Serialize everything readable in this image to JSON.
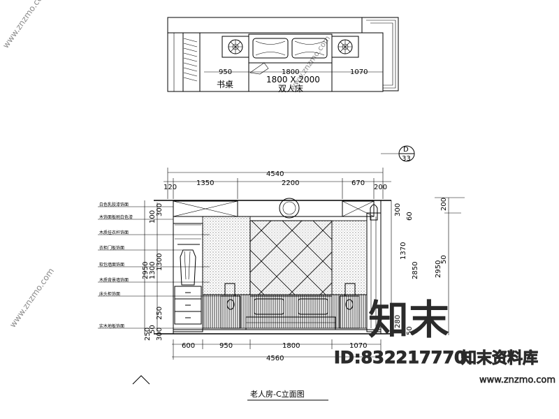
{
  "plan": {
    "dims": [
      "950",
      "1800",
      "1070"
    ],
    "bed_size": "1800 X 2000",
    "bed_label": "双人床",
    "left_label": "书桌"
  },
  "elevation": {
    "title": "老人房-C立面图",
    "section_marker": {
      "letter": "D",
      "sheet": "33"
    },
    "top_total": "4540",
    "top_segments": [
      "120",
      "1350",
      "2200",
      "670",
      "200"
    ],
    "bottom_segments": [
      "600",
      "950",
      "1800",
      "1070"
    ],
    "bottom_total": "4560",
    "left_outer": "2950",
    "left_inner": [
      "1300",
      "100",
      "300",
      "1300",
      "250",
      "300",
      "50"
    ],
    "left_small": "250",
    "right_inner": [
      "300",
      "60",
      "1370",
      "2850",
      "280",
      "50"
    ],
    "right_outer": [
      "200",
      "50",
      "2950"
    ],
    "callouts": [
      "白色乳胶漆饰面",
      "木饰面板刷白色漆",
      "木质挂衣杆饰面",
      "衣柜门板饰面",
      "软包墙面饰面",
      "木质背景墙饰面",
      "床头柜饰面",
      "实木地板饰面"
    ]
  },
  "watermarks": {
    "brand_cn": "知末",
    "id_text": "ID:832217770",
    "library": "知末资料库",
    "url": "www.znzmo.com",
    "diagonal": "www.znzmo.com"
  }
}
